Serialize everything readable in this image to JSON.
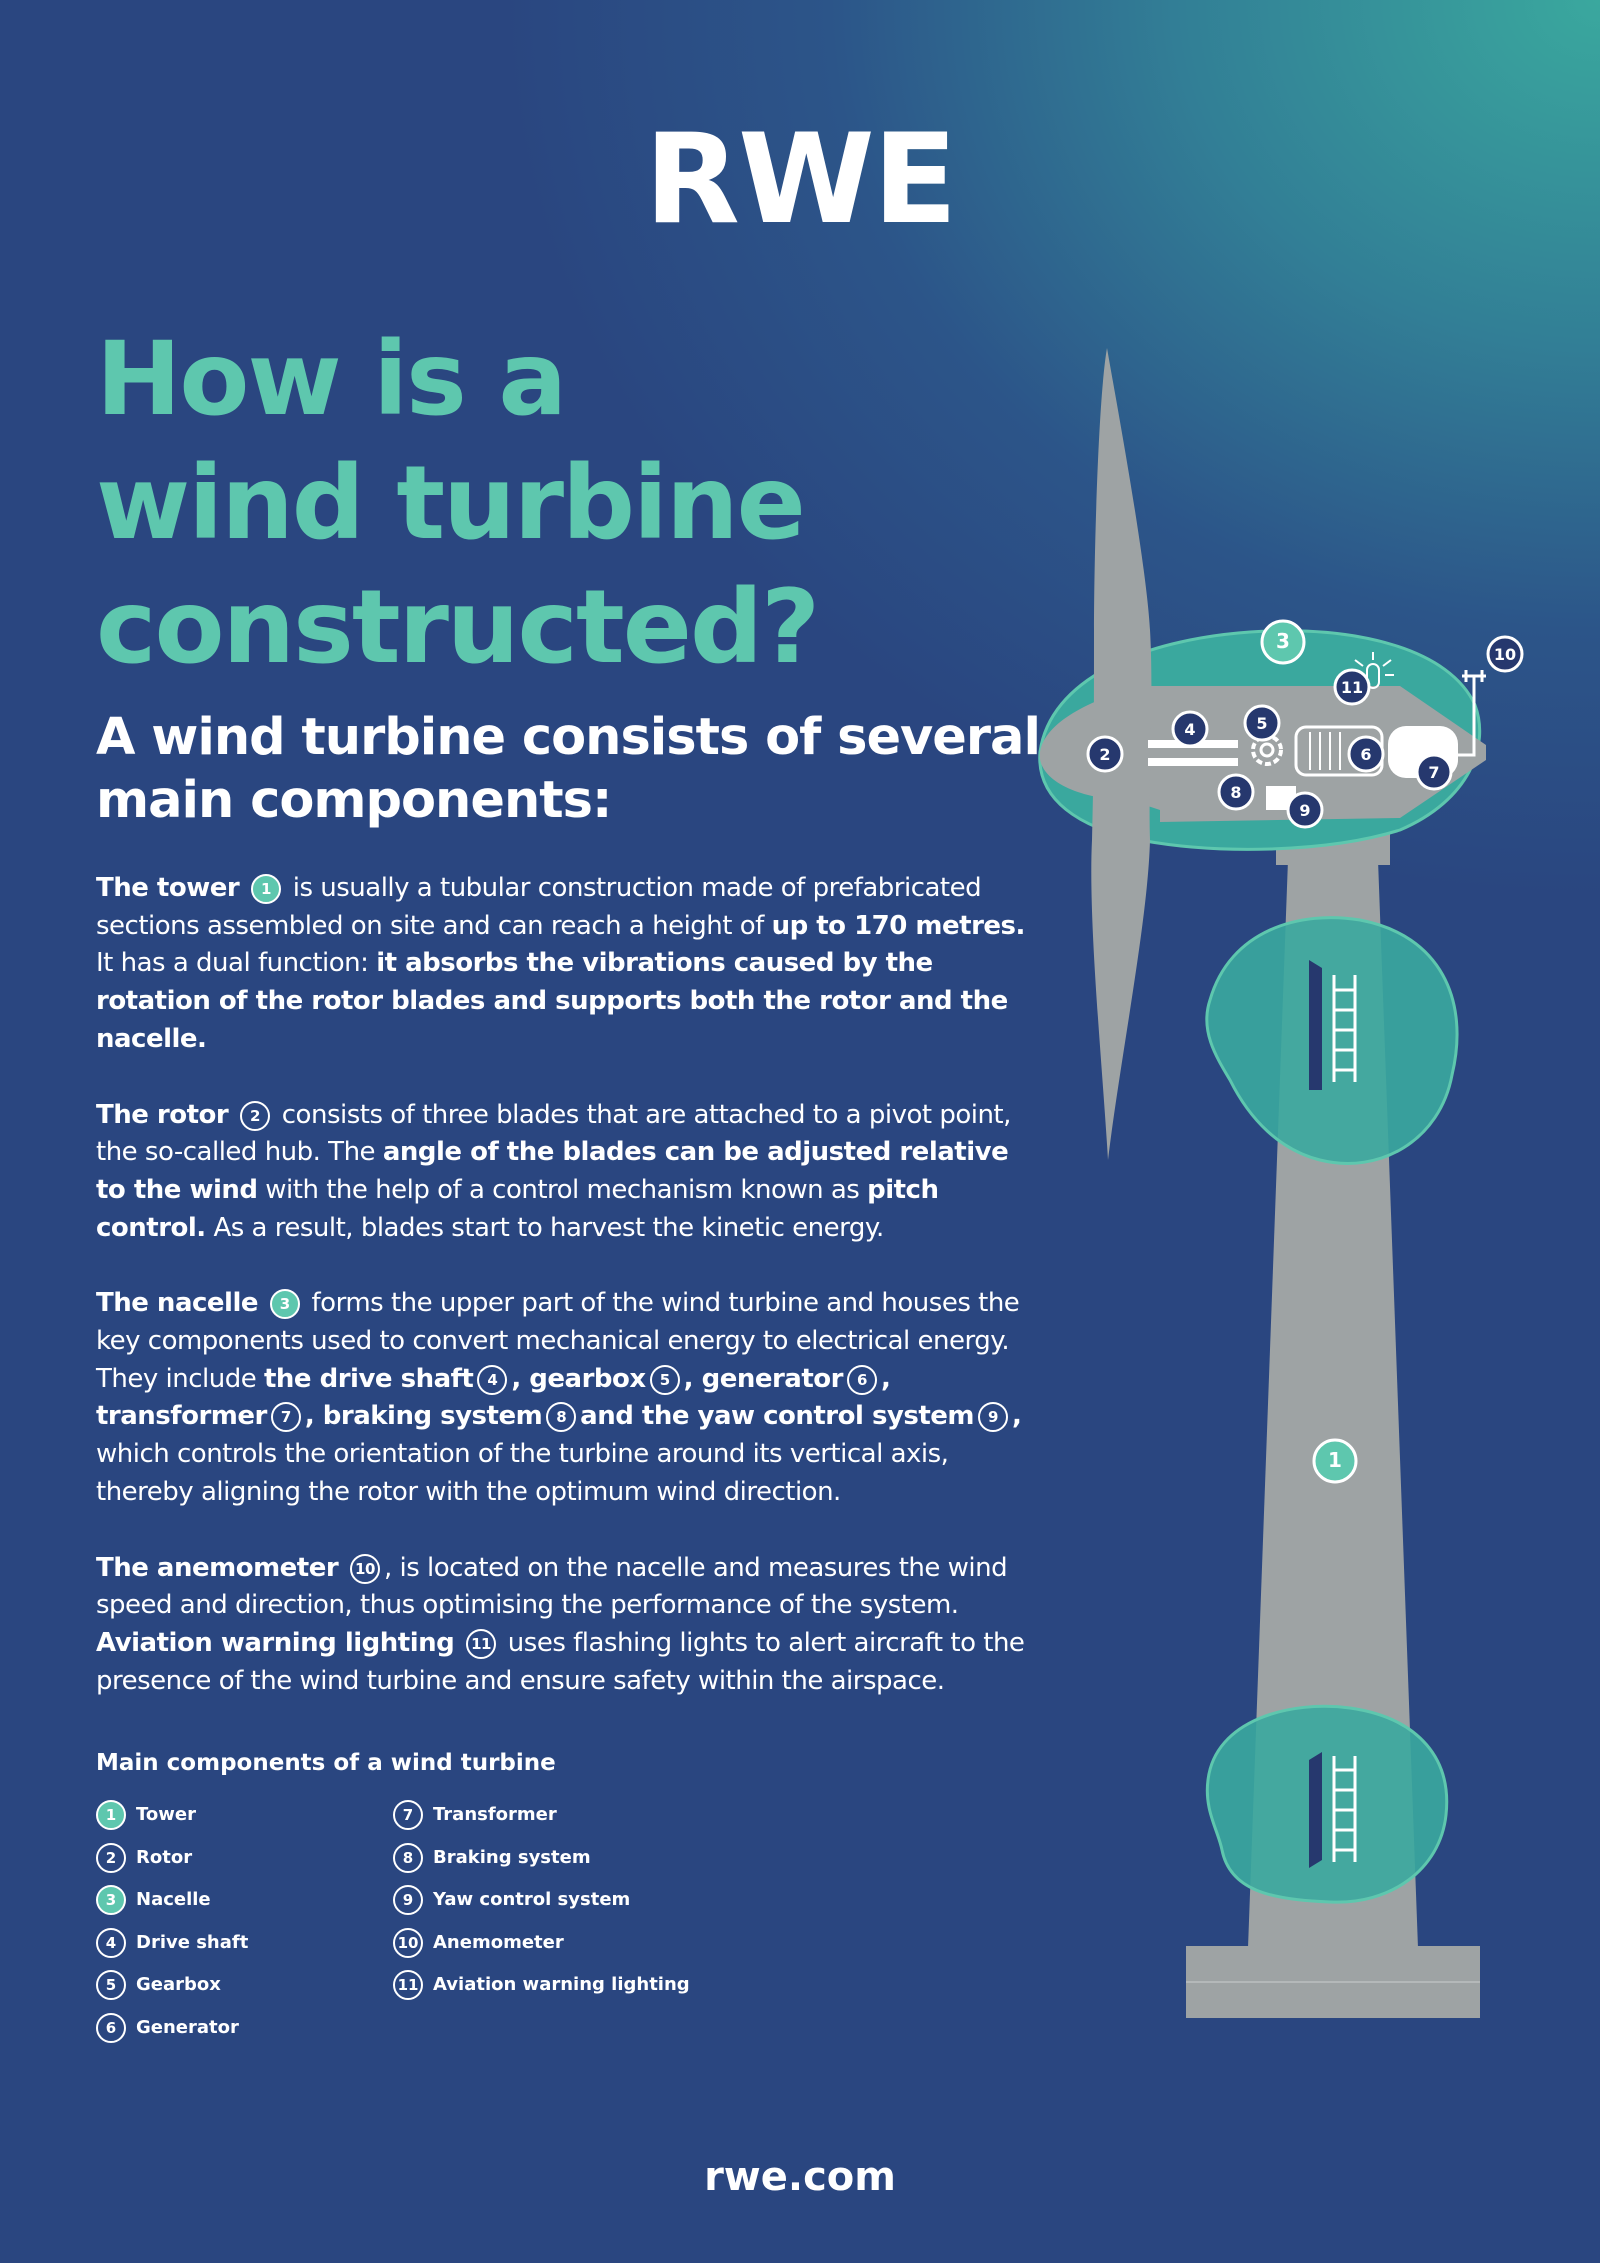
{
  "logo": "RWE",
  "headline": [
    "How is a",
    "wind turbine",
    "constructed?"
  ],
  "subheading": "A wind turbine consists of several main components:",
  "paragraphs": {
    "tower": {
      "title": "The tower",
      "num": "1",
      "t1": " is usually a tubular construction made of prefabricated sections assembled on site and can reach a height of ",
      "b1": "up to 170 metres.",
      "t2": " It has a dual function: ",
      "b2": "it absorbs the vibrations caused by the rotation of the rotor blades and supports both the rotor and the nacelle."
    },
    "rotor": {
      "title": "The rotor",
      "num": "2",
      "t1": " consists of three blades that are attached to a pivot point, the so-called hub. The ",
      "b1": "angle of the blades can be adjusted relative to the wind",
      "t2": " with the help of a control mechanism known as ",
      "b2": "pitch control.",
      "t3": " As a result, blades start to harvest the kinetic energy."
    },
    "nacelle": {
      "title": "The nacelle",
      "num": "3",
      "t1": " forms the upper part of the wind turbine and houses the key components used to convert mechanical energy to electrical energy. They include ",
      "b_drive": "the drive shaft",
      "n4": "4",
      "b_gearbox": ", gearbox",
      "n5": "5",
      "b_generator": ", generator",
      "n6": "6",
      "comma1": ",",
      "b_transformer": "transformer",
      "n7": "7",
      "b_braking": ", braking system",
      "n8": "8",
      "b_yaw": "and the yaw control system",
      "n9": "9",
      "comma2": ",",
      "t2": " which controls the orientation of the turbine around its vertical axis, thereby aligning the rotor with the optimum wind direction."
    },
    "anemometer": {
      "title": "The anemometer",
      "num": "10",
      "t1": ", is located on the nacelle and measures the wind speed and direction, thus optimising the performance of the system.",
      "b_aviation": "Aviation warning lighting",
      "num2": "11",
      "t2": " uses flashing lights to alert aircraft to the presence of the wind turbine and ensure safety within the airspace."
    }
  },
  "legend": {
    "title": "Main components of a wind turbine",
    "col1": [
      {
        "num": "1",
        "label": "Tower",
        "teal": true
      },
      {
        "num": "2",
        "label": "Rotor",
        "teal": false
      },
      {
        "num": "3",
        "label": "Nacelle",
        "teal": true
      },
      {
        "num": "4",
        "label": "Drive shaft",
        "teal": false
      },
      {
        "num": "5",
        "label": "Gearbox",
        "teal": false
      },
      {
        "num": "6",
        "label": "Generator",
        "teal": false
      }
    ],
    "col2": [
      {
        "num": "7",
        "label": "Transformer",
        "teal": false
      },
      {
        "num": "8",
        "label": "Braking system",
        "teal": false
      },
      {
        "num": "9",
        "label": "Yaw control system",
        "teal": false
      },
      {
        "num": "10",
        "label": "Anemometer",
        "teal": false
      },
      {
        "num": "11",
        "label": "Aviation warning lighting",
        "teal": false
      }
    ]
  },
  "diagram_markers": {
    "m1": "1",
    "m2": "2",
    "m3": "3",
    "m4": "4",
    "m5": "5",
    "m6": "6",
    "m7": "7",
    "m8": "8",
    "m9": "9",
    "m10": "10",
    "m11": "11"
  },
  "footer": "rwe.com",
  "colors": {
    "teal": "#5ec7ae",
    "dark_teal_blob": "#3aa89e",
    "navy_marker": "#26386e",
    "turbine_grey": "#9ea3a4",
    "bg_top": "#3aa89e",
    "bg_bottom": "#2a4680"
  }
}
